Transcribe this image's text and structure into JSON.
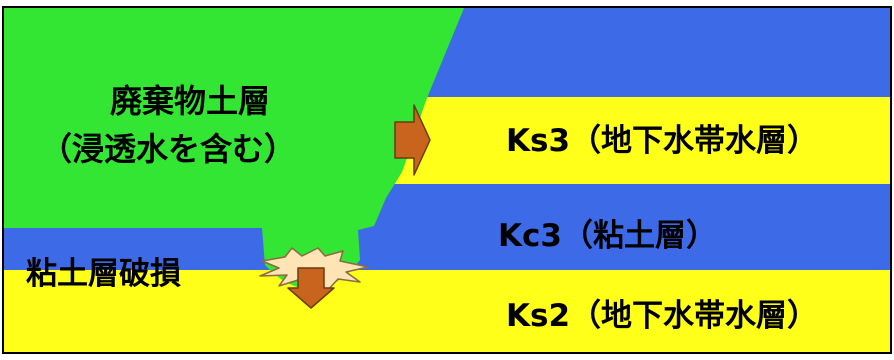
{
  "diagram": {
    "layers": {
      "waste_soil": {
        "label_line1": "廃棄物土層",
        "label_line2": "（浸透水を含む）",
        "color": "#33E633"
      },
      "ks3": {
        "label": "Ks3（地下水帯水層）",
        "color": "#FFFF1A"
      },
      "kc3": {
        "label": "Kc3（粘土層）",
        "color": "#3D6BE8"
      },
      "ks2": {
        "label": "Ks2（地下水帯水層）",
        "color": "#FFFF1A"
      }
    },
    "breach": {
      "label": "粘土層破損",
      "burst_color": "#FFE4B5"
    },
    "arrows": {
      "color": "#C8641E"
    },
    "border_color": "#000000"
  }
}
